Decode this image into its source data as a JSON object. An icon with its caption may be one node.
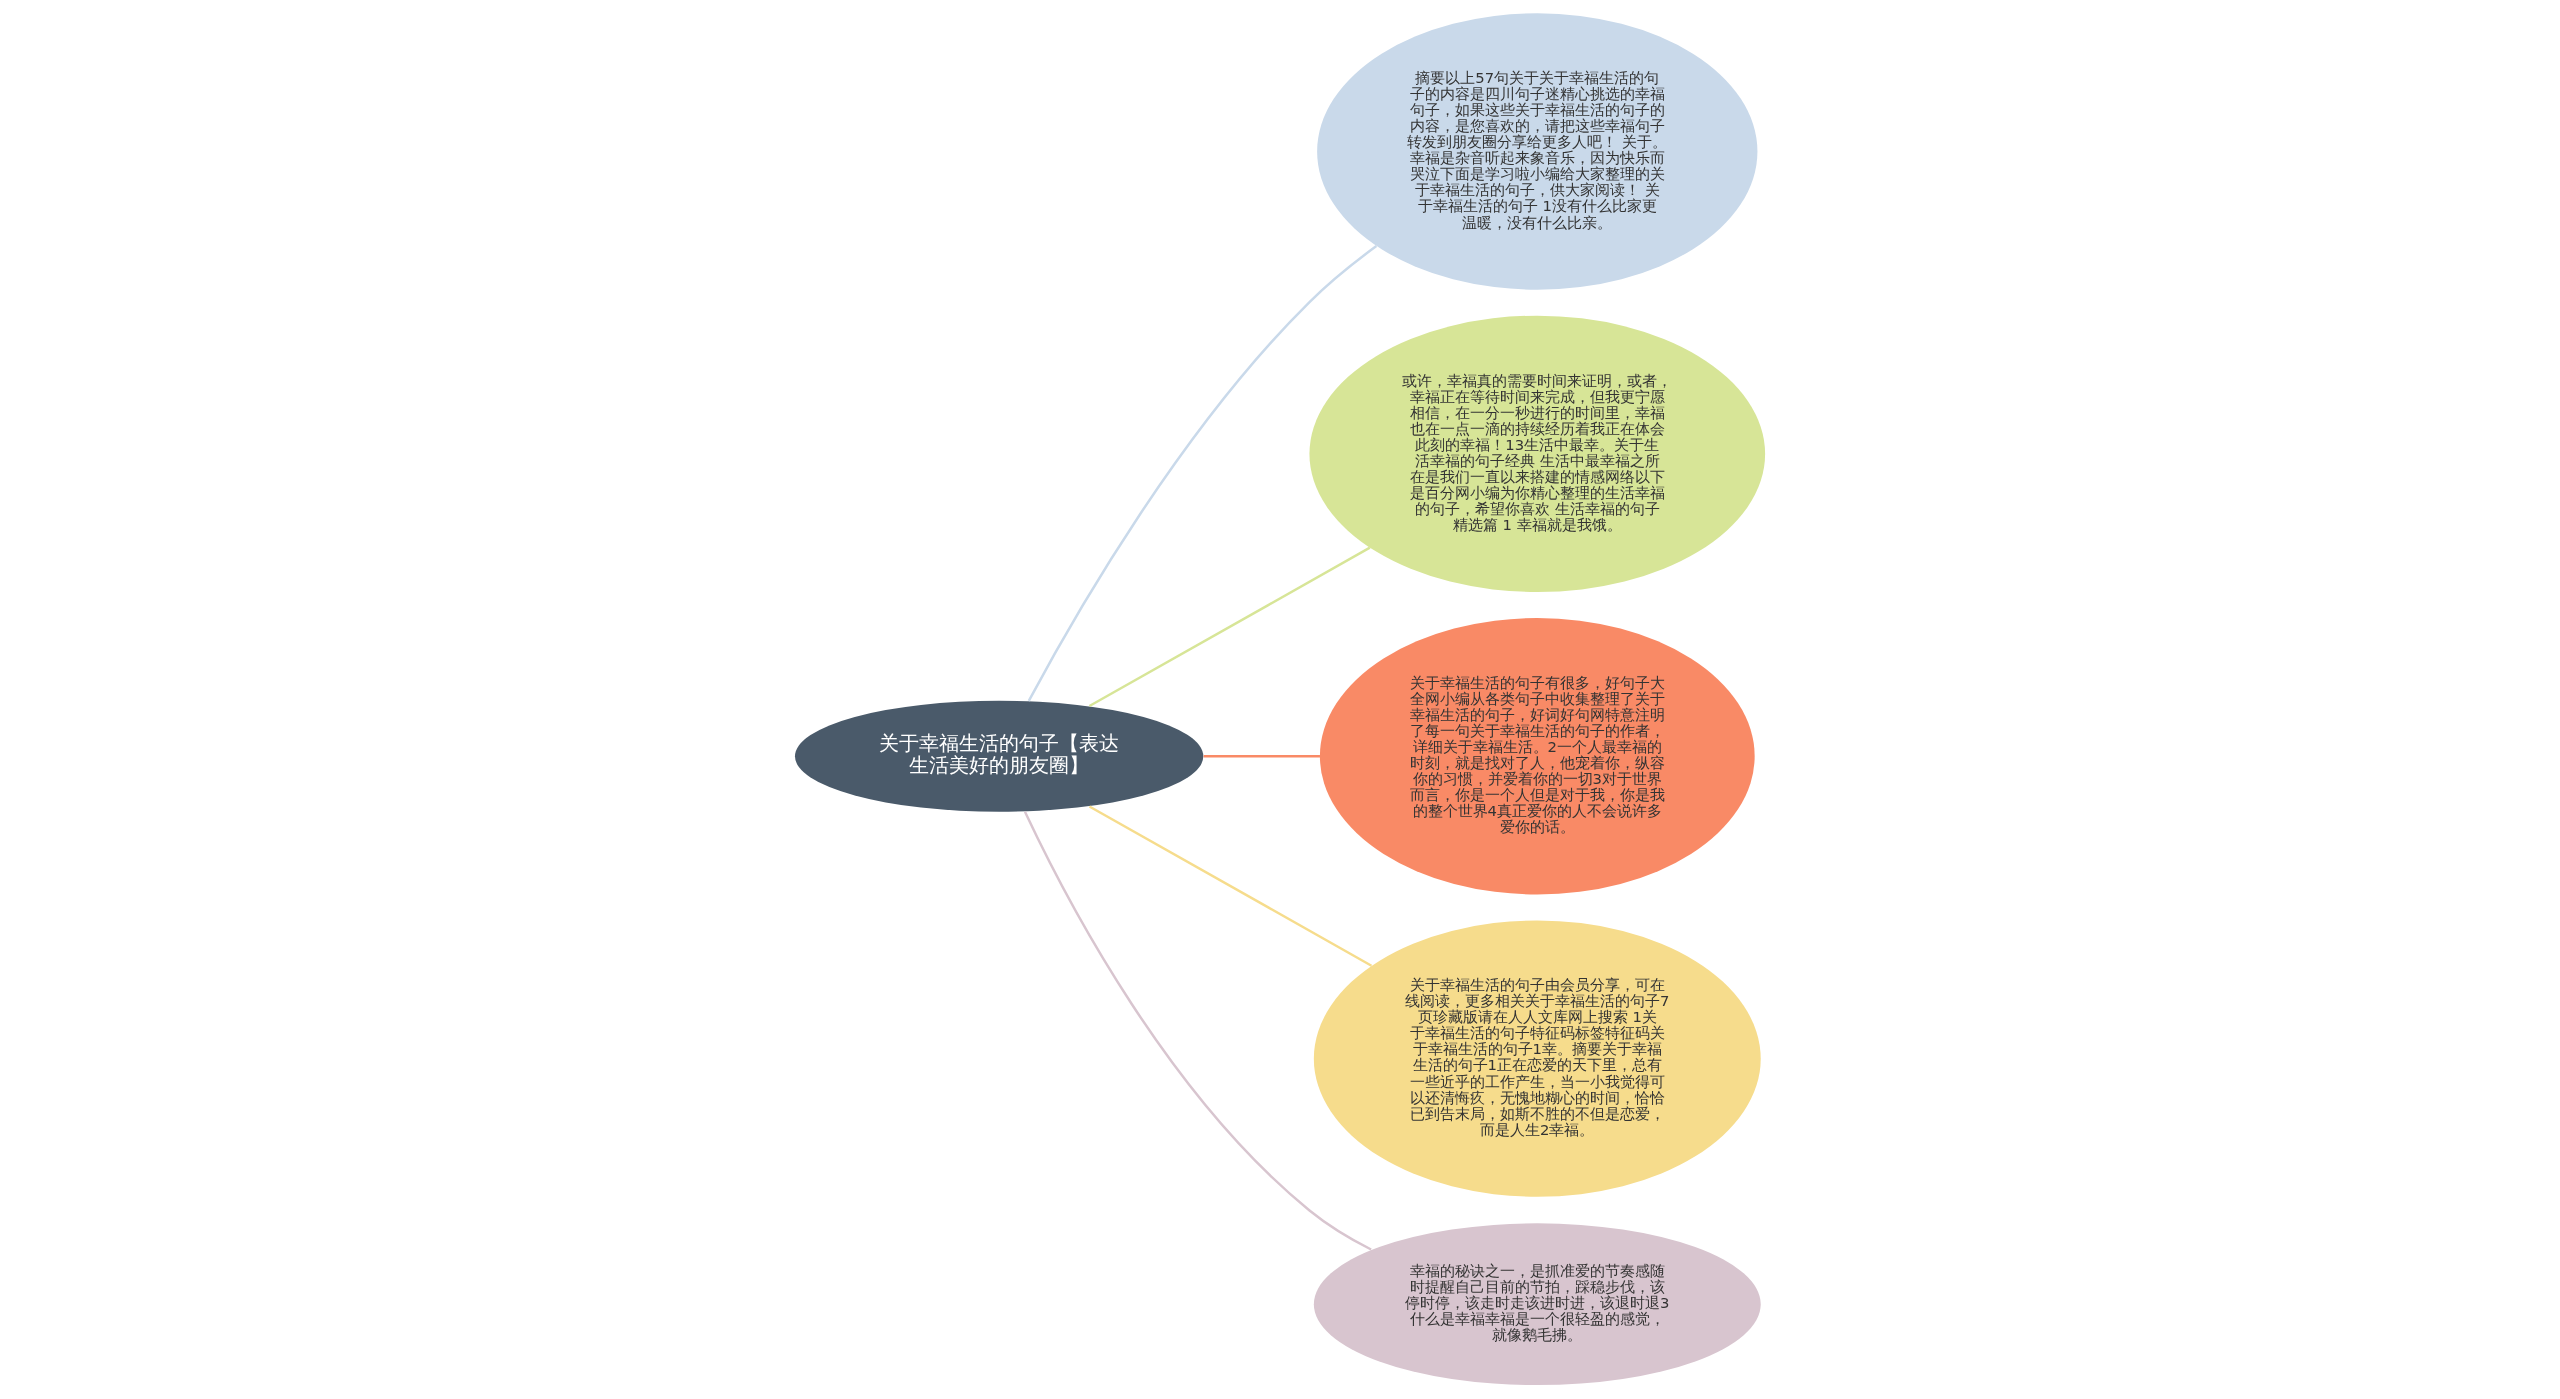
{
  "diagram": {
    "nodes": [
      {
        "text": [
          "关于幸福生活的句子【表达生活美好的朋友圈】"
        ]
      },
      {
        "text": [
          "摘要以上57句关于关于幸福生活的句子的内容是四川句子迷精心挑选的幸福句子，如果这些关于幸福生活的句子的内容，是您喜欢的，请把这些幸福句子转发到朋友圈分享给更多人吧！ 关于。幸福是杂音听起来象音乐，因为快乐而哭泣下面是学习啦小编给大家整理的关于幸福生活的句子，供大家阅读！ 关于幸福生活的句子 1没有什么比家更温暖，没有什么比亲。"
        ]
      },
      {
        "text": [
          "或许，幸福真的需要时间来证明，或者，幸福正在等待时间来完成，但我更宁愿相信，在一分一秒进行的时间里，幸福也在一点一滴的持续经历着我正在体会此刻的幸福！13生活中最幸。关于生活幸福的句子经典 生活中最幸福之所在是我们一直以来搭建的情感网络以下是百分网小编为你精心整理的生活幸福的句子，希望你喜欢 生活幸福的句子精选篇 1 幸福就是我饿。"
        ]
      },
      {
        "text": [
          "关于幸福生活的句子有很多，好句子大全网小编从各类句子中收集整理了关于幸福生活的句子，好词好句网特意注明了每一句关于幸福生活的句子的作者，详细关于幸福生活。2一个人最幸福的时刻，就是找对了人，他宠着你，纵容你的习惯，并爱着你的一切3对于世界而言，你是一个人但是对于我，你是我的整个世界4真正爱你的人不会说许多爱你的话。"
        ]
      },
      {
        "text": [
          "关于幸福生活的句子由会员分享，可在线阅读，更多相关关于幸福生活的句子7页珍藏版请在人人文库网上搜索 1关于幸福生活的句子特征码标签特征码关于幸福生活的句子1幸。摘要关于幸福生活的句子1正在恋爱的天下里，总有一些近乎的工作产生，当一小我觉得可以还清悔疚，无愧地糊心的时间，恰恰已到告末局，如斯不胜的不但是恋爱，而是人生2幸福。"
        ]
      },
      {
        "text": [
          "幸福的秘诀之一，是抓准爱的节奏感随时提醒自己目前的节拍，踩稳步伐，该停时停，该走时走该进时进，该退时退3什么是幸福幸福是一个很轻盈的感觉，就像鹅毛拂。"
        ]
      }
    ],
    "edges": [
      {
        "from": 0,
        "to": 1,
        "arrow": "none",
        "color": "#c9d9ea"
      },
      {
        "from": 0,
        "to": 2,
        "arrow": "none",
        "color": "#d7e597"
      },
      {
        "from": 0,
        "to": 3,
        "arrow": "none",
        "color": "#f98a66"
      },
      {
        "from": 0,
        "to": 4,
        "arrow": "none",
        "color": "#f6dc8c"
      },
      {
        "from": 0,
        "to": 5,
        "arrow": "none",
        "color": "#d8c5cf"
      }
    ]
  }
}
